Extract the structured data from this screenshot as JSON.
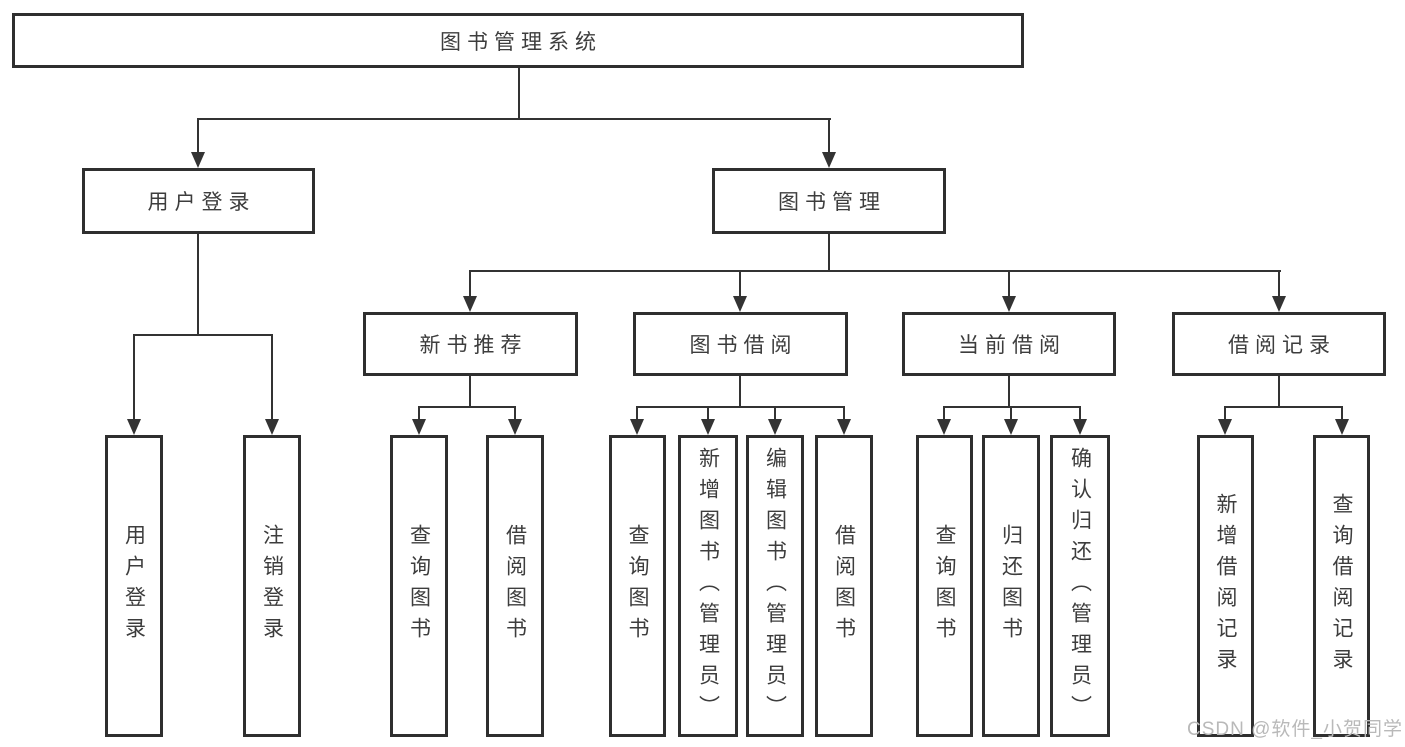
{
  "tree": {
    "root": {
      "label": "图书管理系统"
    },
    "branches": [
      {
        "label": "用户登录",
        "children": [
          {
            "label": "用户登录"
          },
          {
            "label": "注销登录"
          }
        ]
      },
      {
        "label": "图书管理",
        "children": [
          {
            "label": "新书推荐",
            "children": [
              {
                "label": "查询图书"
              },
              {
                "label": "借阅图书"
              }
            ]
          },
          {
            "label": "图书借阅",
            "children": [
              {
                "label": "查询图书"
              },
              {
                "label": "新增图书（管理员）"
              },
              {
                "label": "编辑图书（管理员）"
              },
              {
                "label": "借阅图书"
              }
            ]
          },
          {
            "label": "当前借阅",
            "children": [
              {
                "label": "查询图书"
              },
              {
                "label": "归还图书"
              },
              {
                "label": "确认归还（管理员）"
              }
            ]
          },
          {
            "label": "借阅记录",
            "children": [
              {
                "label": "新增借阅记录"
              },
              {
                "label": "查询借阅记录"
              }
            ]
          }
        ]
      }
    ]
  },
  "watermark": {
    "text": "CSDN @软件_小贺同学"
  },
  "colors": {
    "line": "#333333",
    "box_border": "#2f2f2f",
    "text": "#3d3d3d",
    "watermark": "#b9b9b9",
    "background": "#ffffff"
  }
}
